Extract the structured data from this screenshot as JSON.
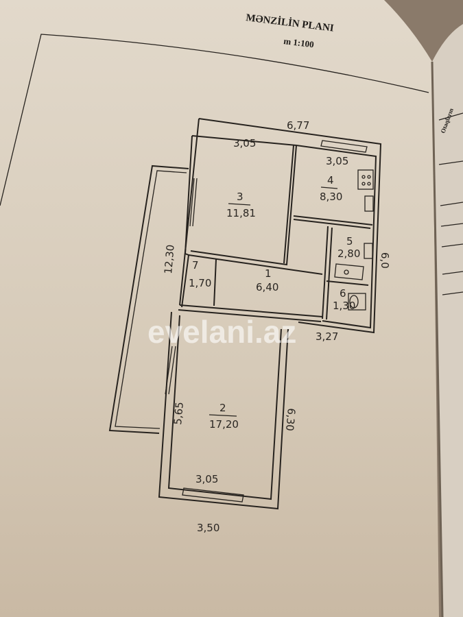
{
  "document": {
    "title": "MƏNZİLİN PLANI",
    "scale": "m 1:100",
    "right_page_heading": "Otaqların",
    "watermark": "evelani.az"
  },
  "dimensions": {
    "total_width_top": "6,77",
    "room3_width": "3,05",
    "room4_width": "3,05",
    "right_height": "6,0",
    "left_height": "12,30",
    "corridor_bottom": "3,27",
    "room2_left": "5,65",
    "room2_right": "6,30",
    "room2_inner_width": "3,05",
    "room2_outer_width": "3,50"
  },
  "rooms": [
    {
      "number": "1",
      "area": "6,40"
    },
    {
      "number": "2",
      "area": "17,20"
    },
    {
      "number": "3",
      "area": "11,81"
    },
    {
      "number": "4",
      "area": "8,30"
    },
    {
      "number": "5",
      "area": "2,80"
    },
    {
      "number": "6",
      "area": "1,30"
    },
    {
      "number": "7",
      "area": "1,70"
    }
  ],
  "colors": {
    "paper": "#ddd3c4",
    "ink": "#26221e",
    "background": "#8a7a6a"
  }
}
